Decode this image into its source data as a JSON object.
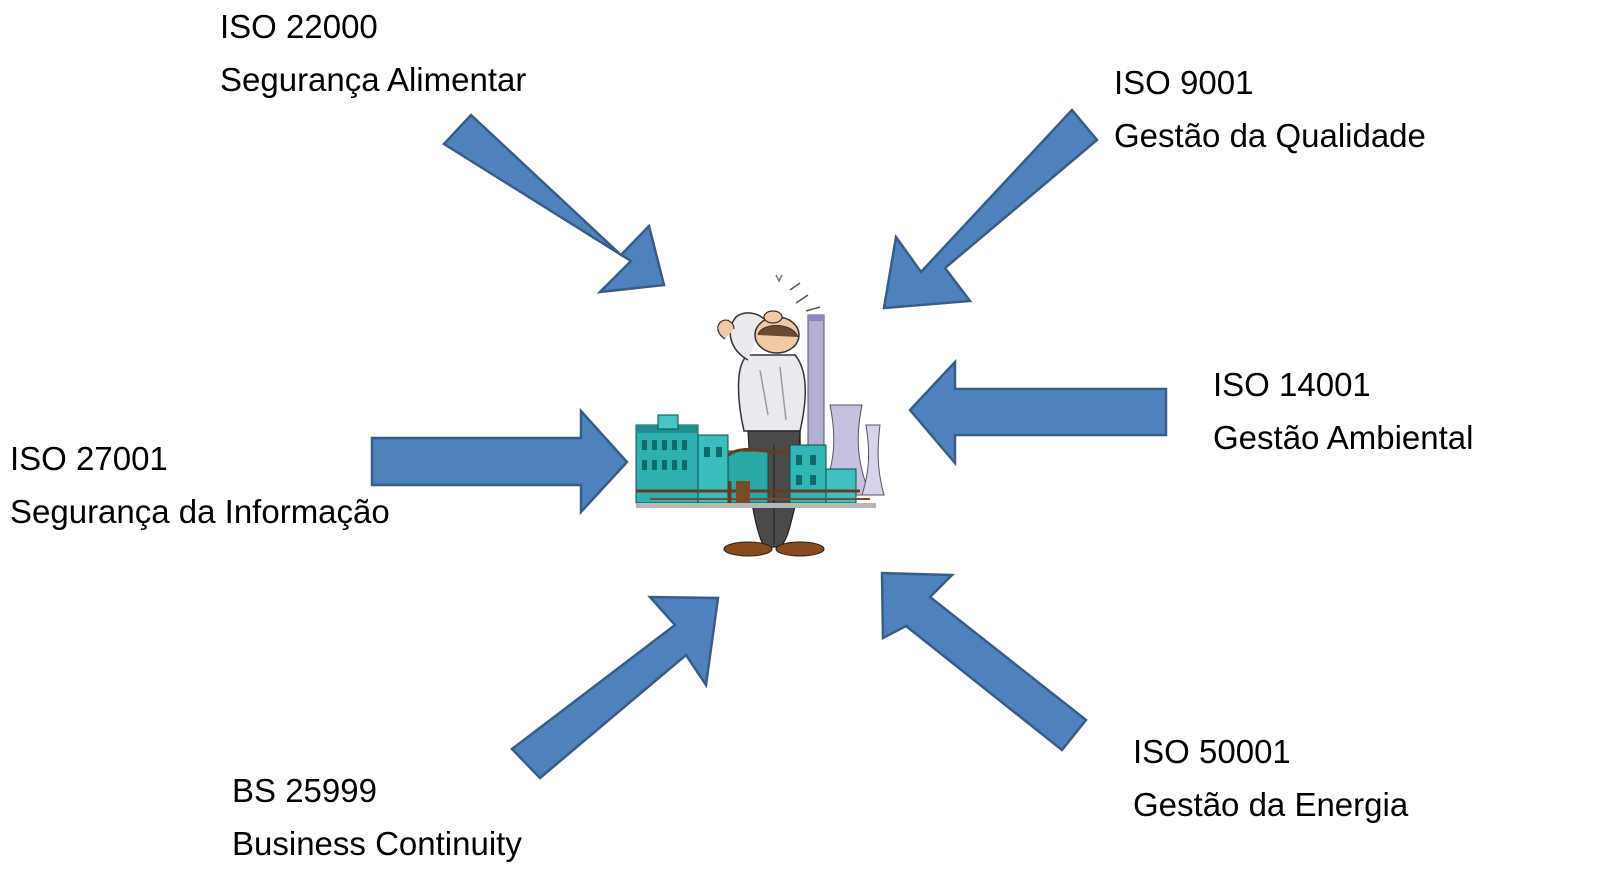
{
  "standards": [
    {
      "code": "ISO 22000",
      "name": "Segurança Alimentar"
    },
    {
      "code": "ISO 9001",
      "name": "Gestão da Qualidade"
    },
    {
      "code": "ISO 14001",
      "name": "Gestão Ambiental"
    },
    {
      "code": "ISO 27001",
      "name": "Segurança da Informação"
    },
    {
      "code": "BS 25999",
      "name": "Business Continuity"
    },
    {
      "code": "ISO 50001",
      "name": "Gestão da Energia"
    }
  ],
  "colors": {
    "arrow_fill": "#4f81bd",
    "arrow_stroke": "#385d8a"
  },
  "center_image": {
    "icon": "confused-manager-factory-icon"
  }
}
